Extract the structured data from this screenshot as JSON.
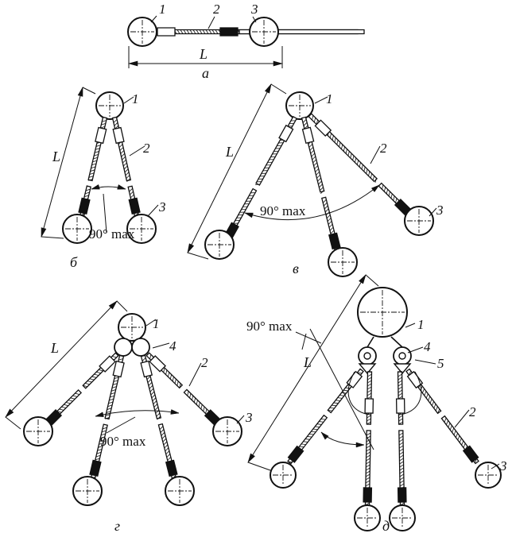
{
  "labels": {
    "L": "L",
    "n1": "1",
    "n2": "2",
    "n3": "3",
    "n4": "4",
    "n5": "5",
    "angle": "90° max"
  },
  "subfigures": {
    "a": "а",
    "b": "б",
    "v": "в",
    "g": "г",
    "d": "д"
  },
  "colors": {
    "ink": "#111111",
    "background": "#ffffff"
  }
}
